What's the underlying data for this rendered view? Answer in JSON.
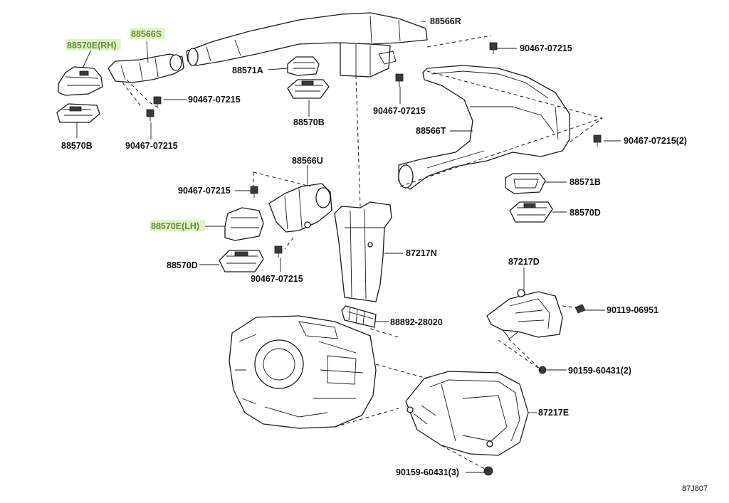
{
  "diagram_ref": "87J807",
  "highlight_color": "#5e8f3a",
  "highlight_bg": "#e5f2c8",
  "labels": {
    "p88570E_RH": "88570E(RH)",
    "p88566S": "88566S",
    "p88566R": "88566R",
    "p90467_top": "90467-07215",
    "p88571A": "88571A",
    "p90467_a": "90467-07215",
    "p88570B_left": "88570B",
    "p90467_b": "90467-07215",
    "p88570B_mid": "88570B",
    "p90467_c": "90467-07215",
    "p88566T": "88566T",
    "p90467_2": "90467-07215(2)",
    "p88566U": "88566U",
    "p90467_d": "90467-07215",
    "p88571B": "88571B",
    "p88570D_right": "88570D",
    "p88570E_LH": "88570E(LH)",
    "p87217N": "87217N",
    "p88570D_left": "88570D",
    "p90467_e": "90467-07215",
    "p87217D": "87217D",
    "p90119": "90119-06951",
    "p88892": "88892-28020",
    "p90159_2": "90159-60431(2)",
    "p87217E": "87217E",
    "p90159_3": "90159-60431(3)"
  }
}
